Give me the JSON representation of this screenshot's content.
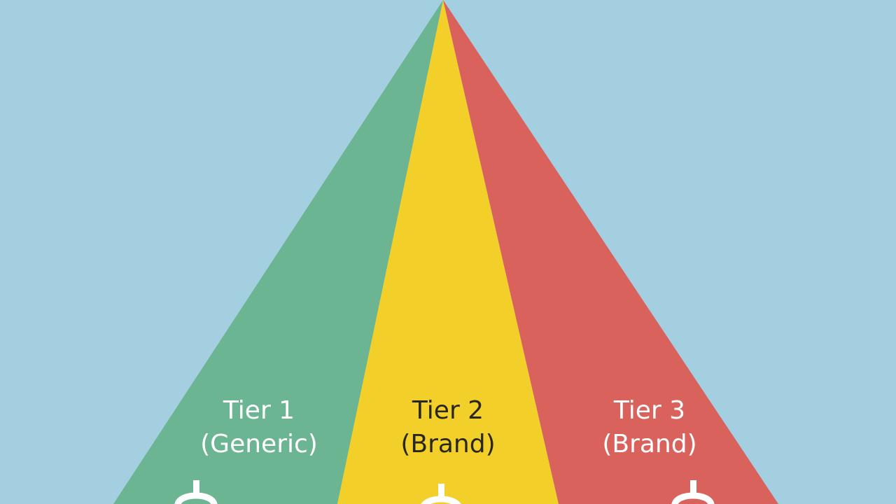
{
  "background": "#a4cfe1",
  "tiers": [
    {
      "name": "Tier 1",
      "category": "(Generic)",
      "color": "#6bb592",
      "text_color": "#ffffff",
      "icon": "dollar-sign-icon"
    },
    {
      "name": "Tier 2",
      "category": "(Brand)",
      "color": "#f3cf2a",
      "text_color": "#2a2620",
      "icon": "dollar-sign-icon"
    },
    {
      "name": "Tier 3",
      "category": "(Brand)",
      "color": "#d9625c",
      "text_color": "#ffffff",
      "icon": "dollar-sign-icon"
    }
  ]
}
